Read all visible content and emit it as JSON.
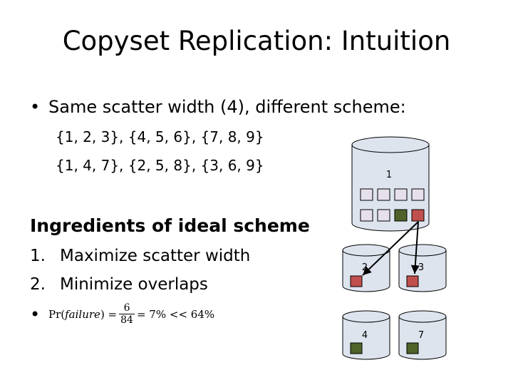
{
  "title": "Copyset Replication: Intuition",
  "bullet": "Same scatter width (4), different scheme:",
  "sets": [
    "{1, 2, 3}, {4, 5, 6}, {7, 8, 9}",
    "{1, 4, 7}, {2, 5, 8}, {3, 6, 9}"
  ],
  "ingredients": {
    "heading": "Ingredients of ideal scheme",
    "items": [
      {
        "num": "1.",
        "text": "Maximize scatter width"
      },
      {
        "num": "2.",
        "text": "Minimize overlaps"
      }
    ],
    "formula": {
      "prefix": "Pr(",
      "var": "failure",
      "suffix": ") =",
      "numerator": "6",
      "denominator": "84",
      "rest": "= 7% << 64%"
    }
  },
  "nodes": [
    {
      "label": "1"
    },
    {
      "label": "2"
    },
    {
      "label": "3"
    },
    {
      "label": "4"
    },
    {
      "label": "7"
    }
  ],
  "colors": {
    "node_fill": "#dde4ee",
    "slot_empty": "#e6e0ec",
    "slot_green": "#4f6228",
    "slot_red": "#c0504d"
  }
}
